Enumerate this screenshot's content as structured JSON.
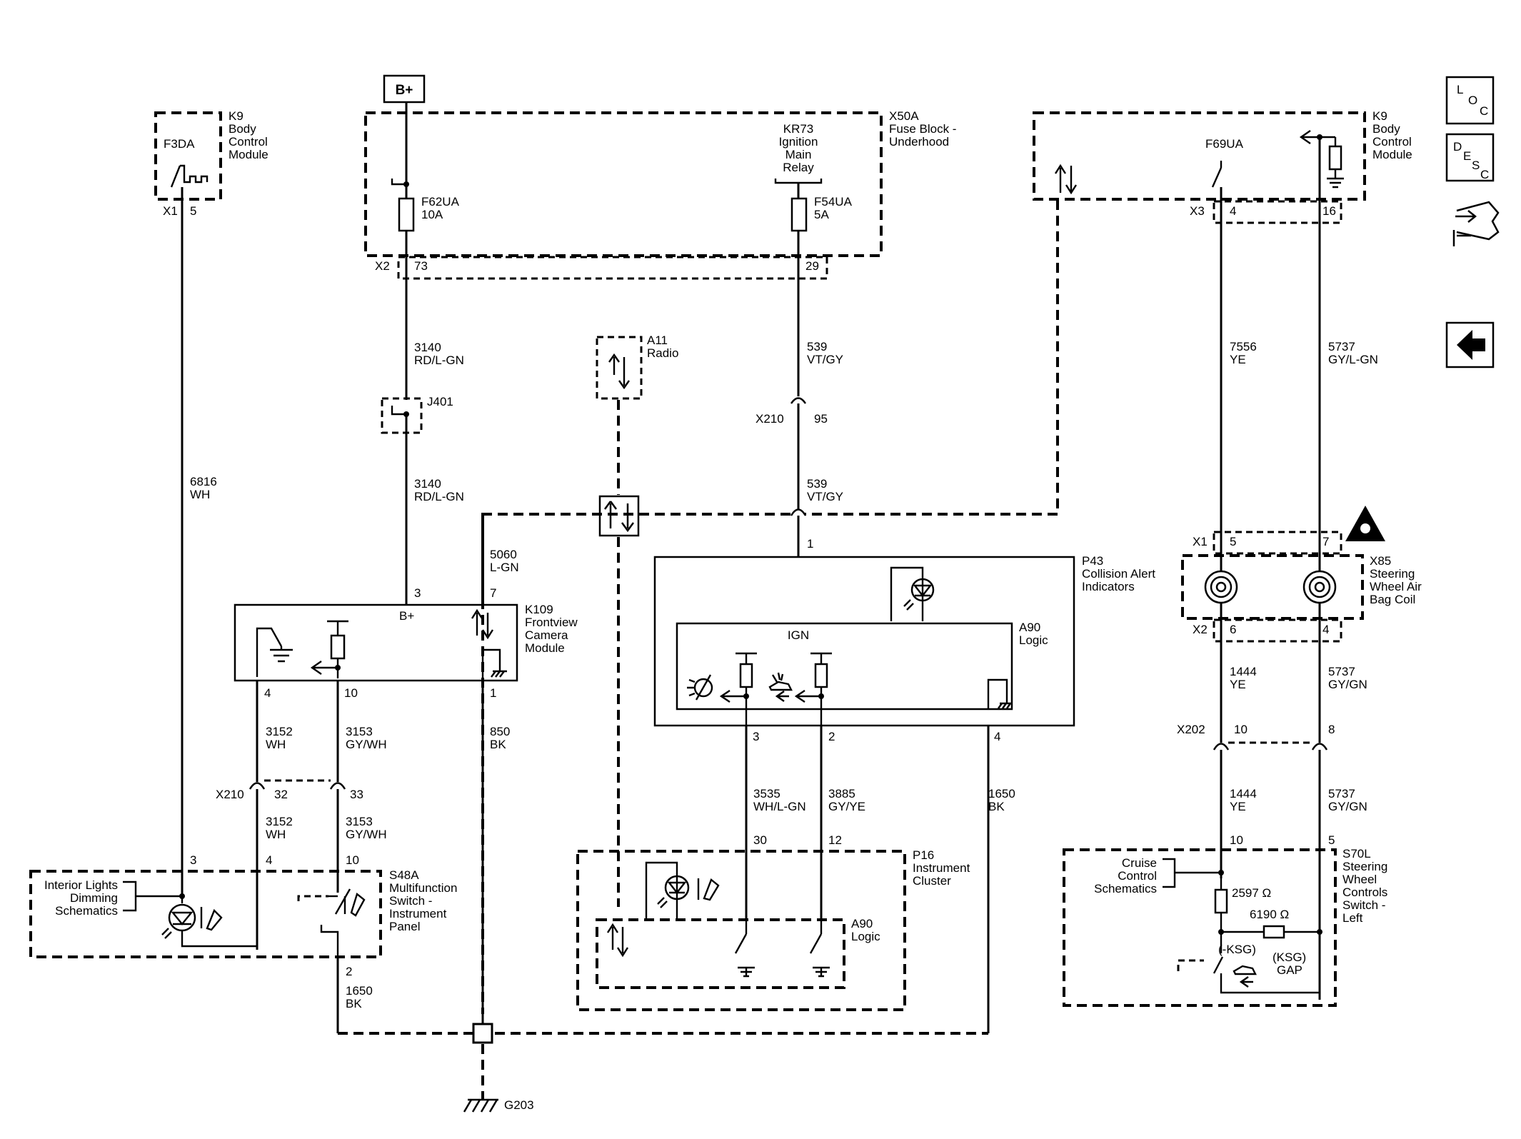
{
  "side_icons": {
    "loc": [
      "L",
      "O",
      "C"
    ],
    "desc": [
      "D",
      "E",
      "S",
      "C"
    ]
  },
  "power": {
    "bplus": "B+"
  },
  "k9_left": {
    "title": [
      "K9",
      "Body",
      "Control",
      "Module"
    ],
    "switch": "F3DA",
    "conn": "X1",
    "pin": "5"
  },
  "wire_6816": [
    "6816",
    "WH"
  ],
  "x50a": {
    "title": [
      "X50A",
      "Fuse Block -",
      "Underhood"
    ],
    "relay": [
      "KR73",
      "Ignition",
      "Main",
      "Relay"
    ],
    "fuse1": [
      "F62UA",
      "10A"
    ],
    "fuse2": [
      "F54UA",
      "5A"
    ],
    "conn": "X2",
    "pin1": "73",
    "pin2": "29"
  },
  "wire_3140a": [
    "3140",
    "RD/L-GN"
  ],
  "splice_j401": "J401",
  "wire_3140b": [
    "3140",
    "RD/L-GN"
  ],
  "a11": [
    "A11",
    "Radio"
  ],
  "wire_539a": [
    "539",
    "VT/GY"
  ],
  "x210_95": {
    "conn": "X210",
    "pin": "95"
  },
  "wire_539b": [
    "539",
    "VT/GY"
  ],
  "k9_right": {
    "title": [
      "K9",
      "Body",
      "Control",
      "Module"
    ],
    "switch": "F69UA",
    "conn": "X3",
    "pin1": "4",
    "pin2": "16"
  },
  "wire_7556": [
    "7556",
    "YE"
  ],
  "wire_5737a": [
    "5737",
    "GY/L-GN"
  ],
  "k109": {
    "title": [
      "K109",
      "Frontview",
      "Camera",
      "Module"
    ],
    "bplus": "B+",
    "pin_bplus": "3",
    "pin_data": "7",
    "pin4": "4",
    "pin10": "10",
    "pin1": "1"
  },
  "wire_5060": [
    "5060",
    "L-GN"
  ],
  "p43": {
    "title": [
      "P43",
      "Collision Alert",
      "Indicators"
    ],
    "pin1": "1",
    "pin3": "3",
    "pin2": "2",
    "pin4": "4"
  },
  "a90_p43": {
    "title": [
      "A90",
      "Logic"
    ],
    "ign": "IGN"
  },
  "x85": {
    "title": [
      "X85",
      "Steering",
      "Wheel Air",
      "Bag Coil"
    ],
    "x1": "X1",
    "x1p5": "5",
    "x1p7": "7",
    "x2": "X2",
    "x2p6": "6",
    "x2p4": "4"
  },
  "wire_3152a": [
    "3152",
    "WH"
  ],
  "wire_3153a": [
    "3153",
    "GY/WH"
  ],
  "wire_850": [
    "850",
    "BK"
  ],
  "x210_b": {
    "conn": "X210",
    "pin1": "32",
    "pin2": "33"
  },
  "wire_3152b": [
    "3152",
    "WH"
  ],
  "wire_3153b": [
    "3153",
    "GY/WH"
  ],
  "wire_1444a": [
    "1444",
    "YE"
  ],
  "wire_5737b": [
    "5737",
    "GY/GN"
  ],
  "x202": {
    "conn": "X202",
    "pin1": "10",
    "pin2": "8"
  },
  "wire_1444b": [
    "1444",
    "YE"
  ],
  "wire_5737c": [
    "5737",
    "GY/GN"
  ],
  "wire_3535": [
    "3535",
    "WH/L-GN"
  ],
  "wire_3885": [
    "3885",
    "GY/YE"
  ],
  "wire_1650a": [
    "1650",
    "BK"
  ],
  "s48a": {
    "title": [
      "S48A",
      "Multifunction",
      "Switch -",
      "Instrument",
      "Panel"
    ],
    "ref": [
      "Interior Lights",
      "Dimming",
      "Schematics"
    ],
    "pin3": "3",
    "pin4": "4",
    "pin10": "10",
    "pin2": "2"
  },
  "wire_1650b": [
    "1650",
    "BK"
  ],
  "p16": {
    "title": [
      "P16",
      "Instrument",
      "Cluster"
    ],
    "pin30": "30",
    "pin12": "12"
  },
  "a90_p16": [
    "A90",
    "Logic"
  ],
  "s70l": {
    "title": [
      "S70L",
      "Steering",
      "Wheel",
      "Controls",
      "Switch -",
      "Left"
    ],
    "ref": [
      "Cruise",
      "Control",
      "Schematics"
    ],
    "pin10": "10",
    "pin5": "5",
    "r1": "2597 Ω",
    "r2": "6190 Ω",
    "ksg1": "(-KSG)",
    "ksg2": [
      "(KSG)",
      "GAP"
    ]
  },
  "ground": "G203"
}
